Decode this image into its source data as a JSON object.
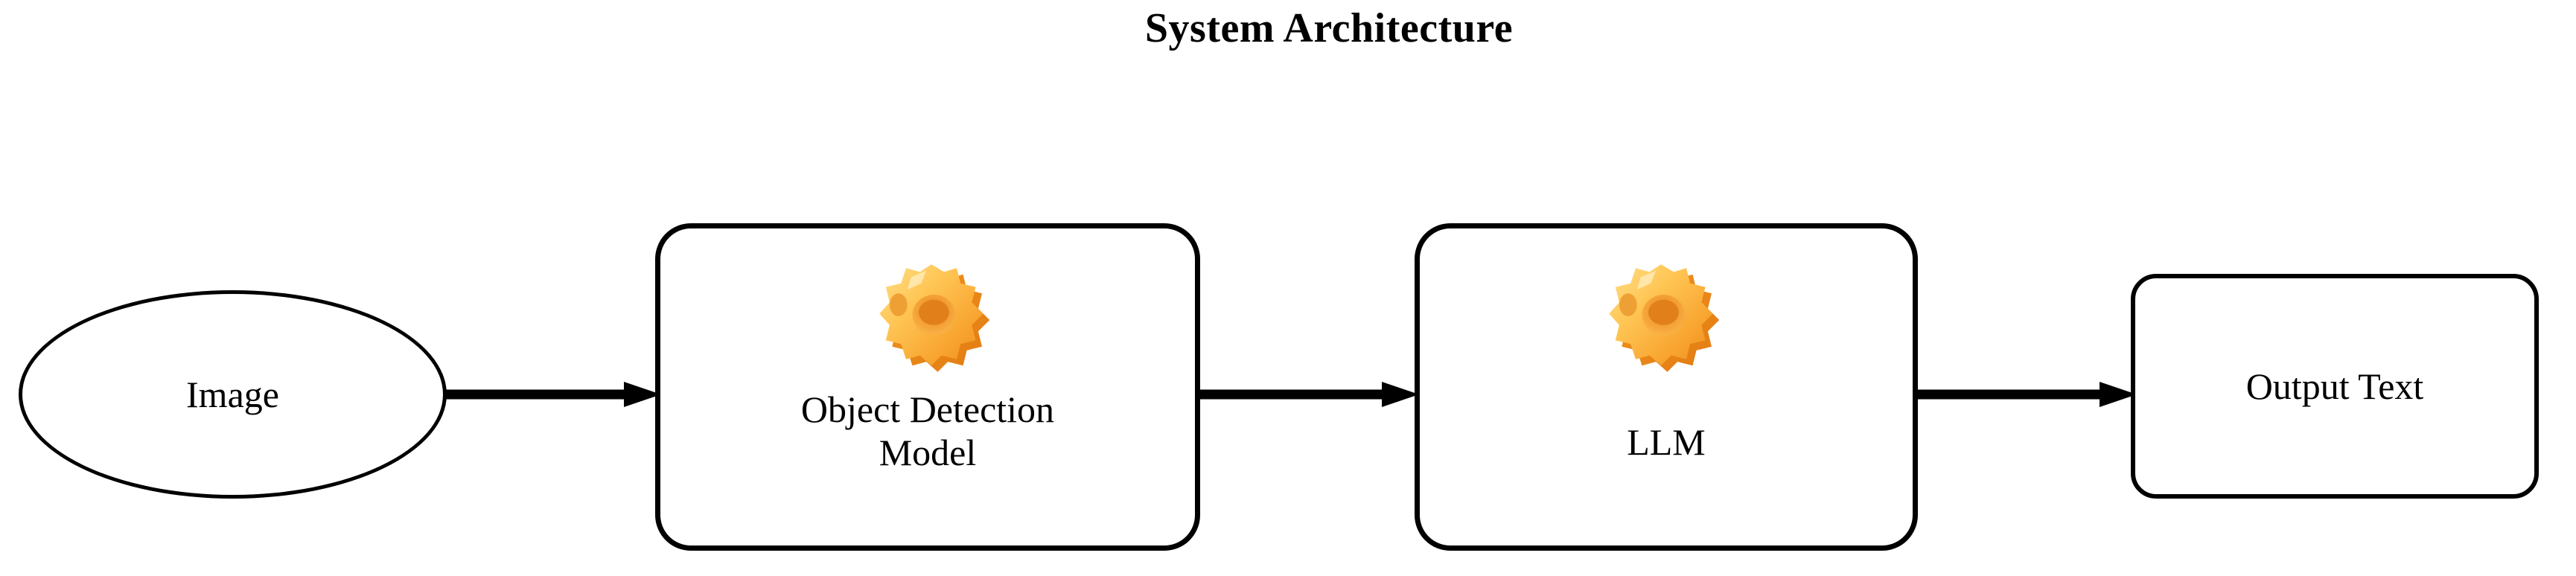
{
  "title": "System Architecture",
  "diagram": {
    "type": "flowchart",
    "direction": "left-to-right",
    "nodes": [
      {
        "id": "image",
        "shape": "ellipse",
        "label": "Image",
        "icon": null
      },
      {
        "id": "object-detection",
        "shape": "rounded-rect",
        "label": "Object Detection\nModel",
        "icon": "gear-icon"
      },
      {
        "id": "llm",
        "shape": "rounded-rect",
        "label": "LLM",
        "icon": "gear-icon"
      },
      {
        "id": "output-text",
        "shape": "rounded-rect",
        "label": "Output Text",
        "icon": null
      }
    ],
    "edges": [
      {
        "from": "image",
        "to": "object-detection",
        "style": "solid-arrow"
      },
      {
        "from": "object-detection",
        "to": "llm",
        "style": "solid-arrow"
      },
      {
        "from": "llm",
        "to": "output-text",
        "style": "solid-arrow"
      }
    ]
  },
  "colors": {
    "background": "#ffffff",
    "stroke": "#000000",
    "text": "#000000",
    "gear_light": "#ffd87a",
    "gear_mid": "#fcb040",
    "gear_dark": "#f59422",
    "gear_shadow": "#e07a18",
    "gear_highlight": "#ffe9b0"
  }
}
